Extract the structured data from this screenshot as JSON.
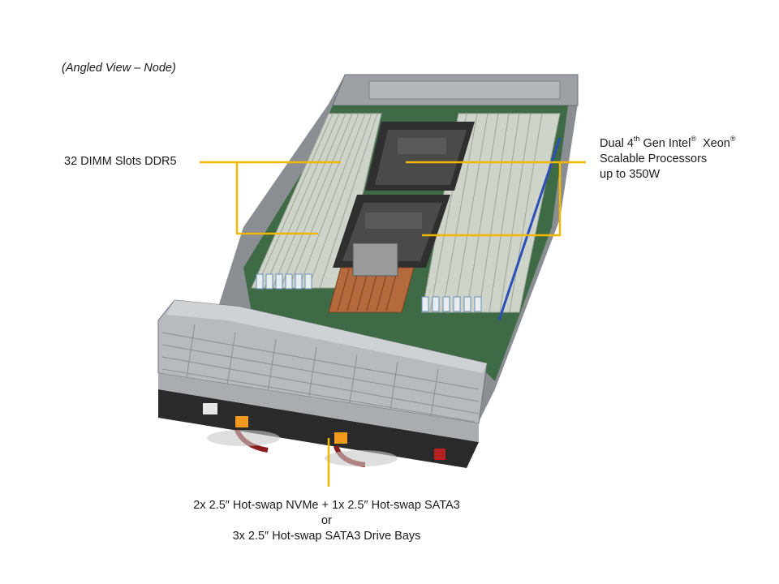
{
  "view_title": "(Angled View – Node)",
  "callouts": {
    "dimm": {
      "text": "32 DIMM Slots DDR5"
    },
    "cpu": {
      "line1_pre": "Dual 4",
      "line1_sup1": "th",
      "line1_mid": " Gen Intel",
      "line1_sup2": "®",
      "line1_post": "  Xeon",
      "line1_sup3": "®",
      "line2": "Scalable Processors",
      "line3": "up to 350W"
    },
    "drives": {
      "line1": "2x 2.5″ Hot-swap NVMe + 1x 2.5″ Hot-swap SATA3",
      "line2": "or",
      "line3": "3x 2.5″ Hot-swap SATA3 Drive Bays"
    }
  },
  "colors": {
    "callout_line": "#f2b705",
    "chassis": "#7b7f85",
    "pcb": "#3e6b46",
    "dimm": "#c9cfc4",
    "heatsink": "#3a3a3a",
    "copper": "#b56a3e",
    "latch": "#f39a1e"
  }
}
